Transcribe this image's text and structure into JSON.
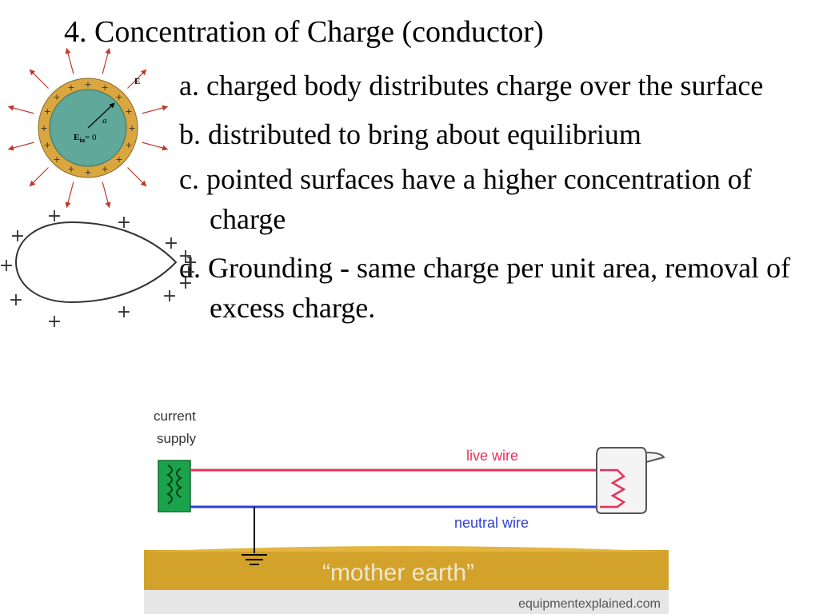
{
  "slide": {
    "title": "4. Concentration of Charge (conductor)",
    "bullets": [
      "a. charged body distributes charge over the surface",
      "b. distributed to bring about equilibrium",
      "c. pointed surfaces have a higher concentration of charge",
      "d. Grounding - same charge per unit area, removal of excess charge."
    ]
  },
  "sphere_figure": {
    "field_label": "E",
    "radius_label": "a",
    "inner_field_label": "E",
    "inner_field_sub": "in",
    "inner_field_value": "= 0",
    "colors": {
      "shell": "#d9a640",
      "interior": "#5fa89a"
    }
  },
  "teardrop_figure": {
    "charge_symbol": "+"
  },
  "grounding_figure": {
    "supply_label_line1": "current",
    "supply_label_line2": "supply",
    "live_label": "live wire",
    "neutral_label": "neutral wire",
    "earth_label": "“mother earth”",
    "watermark": "equipmentexplained.com",
    "colors": {
      "live": "#e8305a",
      "neutral": "#2f3fd8",
      "earth": "#d3a22a",
      "coil": "#1aa34a"
    }
  }
}
